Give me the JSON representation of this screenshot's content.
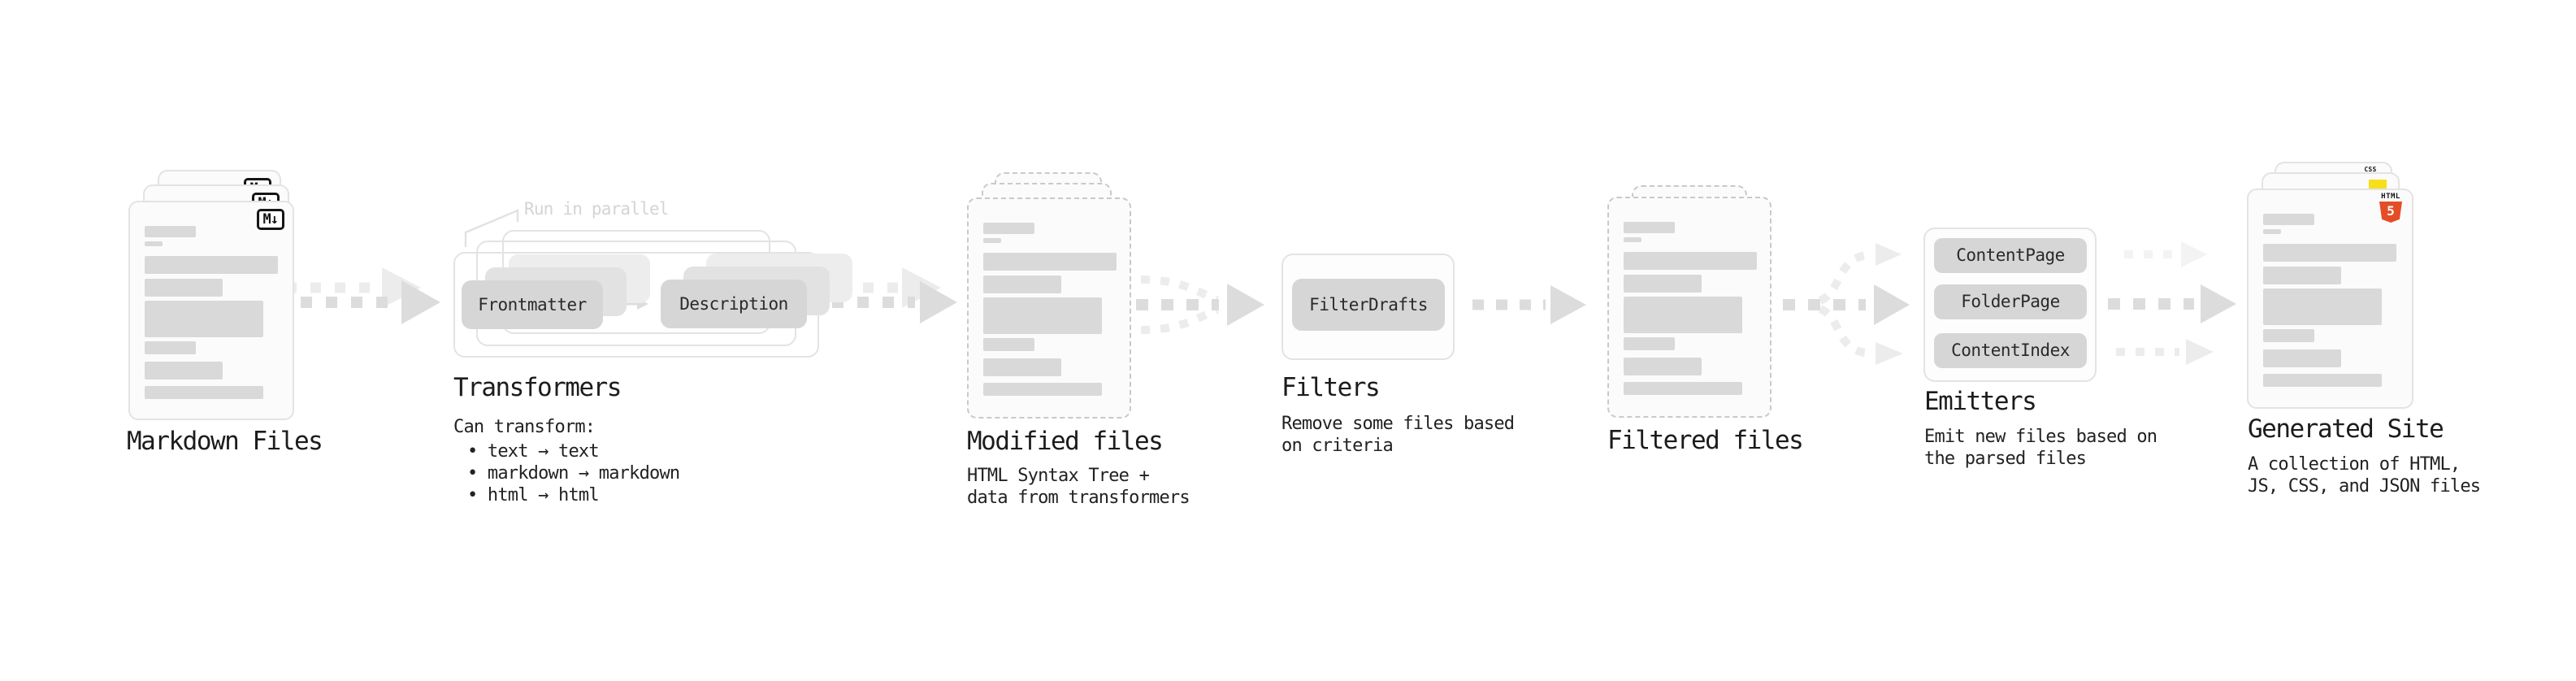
{
  "colors": {
    "bar": "#d9d9d9",
    "card_bg": "#fbfbfb",
    "card_border": "#e3e3e3",
    "dashed_border": "#c9c9c9",
    "pill_bg": "#d6d6d6",
    "arrow": "#dcdcdc",
    "arrow_light": "#ececec",
    "text": "#1c1c1c",
    "annotation": "#d4d4d4",
    "html5_orange": "#e44d26",
    "css_blue": "#2862e9",
    "js_yellow": "#f7df1e"
  },
  "stages": {
    "markdown": {
      "title": "Markdown Files",
      "badge": "M↓"
    },
    "transformers": {
      "title": "Transformers",
      "annotation": "Run in parallel",
      "pill_left": "Frontmatter",
      "pill_right": "Description",
      "desc_heading": "Can transform:",
      "bullets": [
        "• text → text",
        "• markdown → markdown",
        "• html → html"
      ]
    },
    "modified": {
      "title": "Modified files",
      "desc_line1": "HTML Syntax Tree +",
      "desc_line2": "data from transformers"
    },
    "filters": {
      "title": "Filters",
      "pill": "FilterDrafts",
      "desc_line1": "Remove some files based",
      "desc_line2": "on criteria"
    },
    "filtered": {
      "title": "Filtered files"
    },
    "emitters": {
      "title": "Emitters",
      "pills": [
        "ContentPage",
        "FolderPage",
        "ContentIndex"
      ],
      "desc_line1": "Emit new files based on",
      "desc_line2": "the parsed files"
    },
    "generated": {
      "title": "Generated Site",
      "desc_line1": "A collection of HTML,",
      "desc_line2": "JS, CSS, and JSON files",
      "html5_label": "HTML",
      "html5_number": "5",
      "css_label": "CSS"
    }
  }
}
